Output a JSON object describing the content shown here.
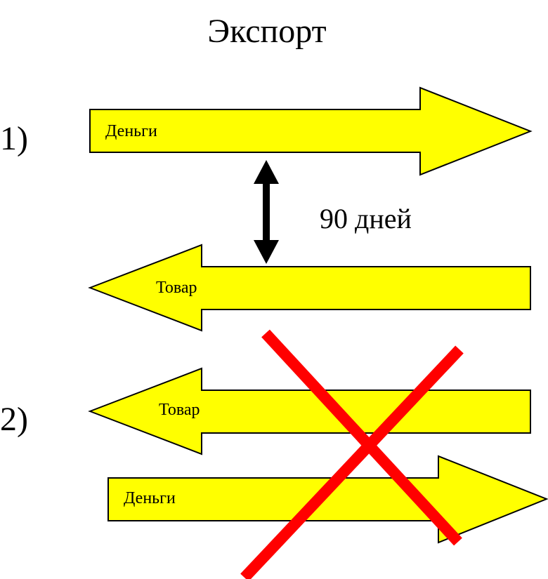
{
  "title": "Экспорт",
  "colors": {
    "arrow_fill": "#ffff00",
    "stroke": "#000000",
    "cross": "#ff0000",
    "background": "#ffffff"
  },
  "scenario_1": {
    "number": "1)",
    "money_label": "Деньги",
    "goods_label": "Товар",
    "interval_label": "90 дней",
    "interval_icon": "double-headed-vertical-arrow"
  },
  "scenario_2": {
    "number": "2)",
    "goods_label": "Товар",
    "money_label": "Деньги",
    "crossed_out": true
  }
}
